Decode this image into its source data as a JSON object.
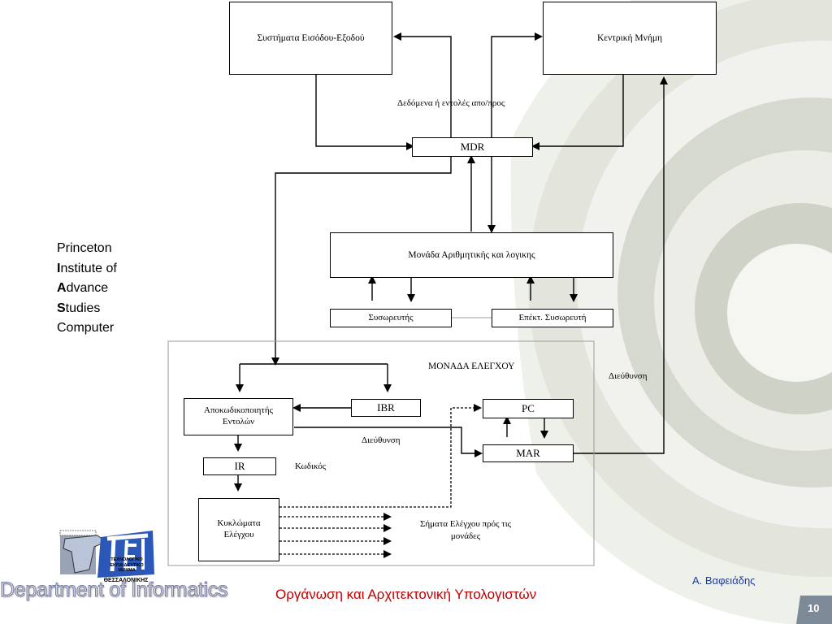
{
  "diagram": {
    "io_systems": "Συστήματα Εισόδου-Εξοδού",
    "main_memory": "Κεντρική Μνήμη",
    "data_label": "Δεδόμενα  ή εντολές απο/προς",
    "mdr": "MDR",
    "alu": "Μονάδα Αριθμητικής και λογικης",
    "accumulator": "Συσωρευτής",
    "ext_accumulator": "Επέκτ. Συσωρευτή",
    "control_unit_title": "ΜΟΝΑΔΑ ΕΛΕΓΧΟΥ",
    "address_label_right": "Διεύθυνση",
    "decoder_line1": "Αποκωδικοποιητής",
    "decoder_line2": "Εντολών",
    "ibr": "IBR",
    "pc": "PC",
    "mar": "MAR",
    "address_label_inner": "Διεύθυνση",
    "ir": "IR",
    "code_label": "Κωδικός",
    "control_circuits_line1": "Κυκλώματα",
    "control_circuits_line2": "Ελέγχου",
    "control_signals_line1": "Σήματα Ελέγχου  πρός τις",
    "control_signals_line2": "μονάδες"
  },
  "side_label": {
    "line1": "Princeton",
    "line2_initial": "I",
    "line2_rest": "nstitute of",
    "line3_initial": "A",
    "line3_rest": "dvance",
    "line4_initial": "S",
    "line4_rest": "tudies",
    "line5": "Computer"
  },
  "footer": {
    "department": "Department of Informatics",
    "title": "Οργάνωση και Αρχιτεκτονική Υπολογιστών",
    "author": "Α. Βαφειάδης",
    "page_number": "10"
  },
  "logo": {
    "line1": "ΤΕΧΝΟΛΟΓΙΚΟ",
    "line2": "ΕΚΠΑΙΔΕΥΤΙΚΟ",
    "line3": "ΙΔΡΥΜΑ",
    "city": "ΘΕΣΣΑΛΟΝΙΚΗΣ"
  },
  "colors": {
    "footer_title": "#c00000",
    "author": "#1f3c99",
    "background_swirl": "#d9dcd2"
  }
}
